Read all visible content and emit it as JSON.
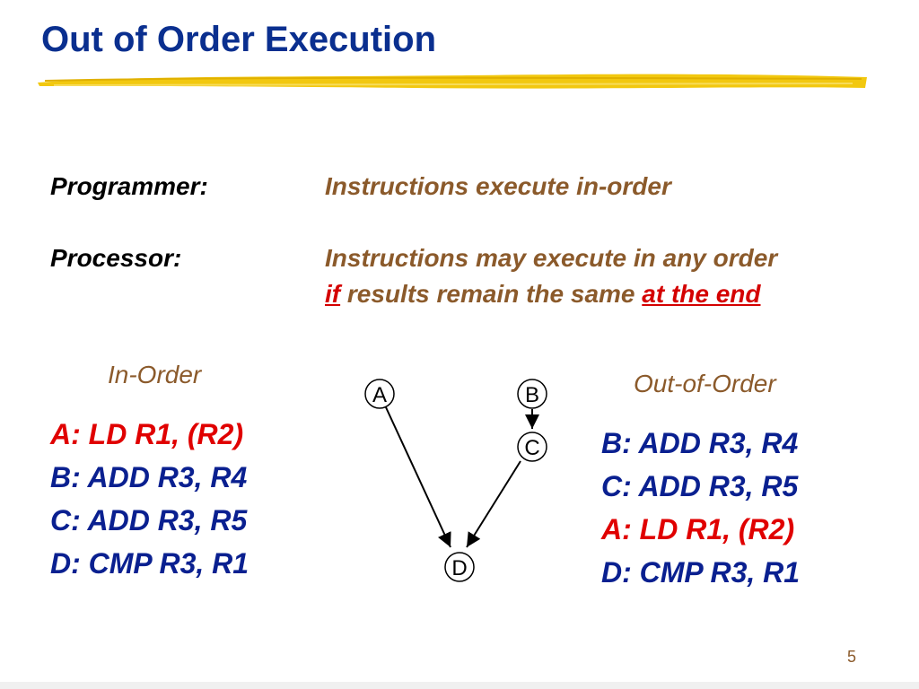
{
  "slide": {
    "title": "Out of Order Execution",
    "page_number": "5"
  },
  "rows": {
    "programmer_label": "Programmer:",
    "programmer_text": "Instructions execute in-order",
    "processor_label": "Processor:",
    "processor_line1": "Instructions may execute in any order",
    "processor_if": "if",
    "processor_mid": " results remain the same ",
    "processor_end": "at the end"
  },
  "in_order": {
    "header": "In-Order",
    "lines": [
      {
        "text": "A: LD R1, (R2)",
        "color": "#e00000"
      },
      {
        "text": "B: ADD R3, R4",
        "color": "#0a2090"
      },
      {
        "text": "C: ADD R3, R5",
        "color": "#0a2090"
      },
      {
        "text": "D: CMP R3, R1",
        "color": "#0a2090"
      }
    ]
  },
  "out_of_order": {
    "header": "Out-of-Order",
    "lines": [
      {
        "text": "B: ADD R3, R4",
        "color": "#0a2090"
      },
      {
        "text": "C: ADD R3, R5",
        "color": "#0a2090"
      },
      {
        "text": "A: LD R1, (R2)",
        "color": "#e00000"
      },
      {
        "text": "D: CMP R3, R1",
        "color": "#0a2090"
      }
    ]
  },
  "graph": {
    "nodes": {
      "a": "A",
      "b": "B",
      "c": "C",
      "d": "D"
    },
    "edges": [
      "A→D",
      "B→C",
      "C→D"
    ]
  },
  "colors": {
    "title": "#0a2f8f",
    "accent_underline": "#f2c80f",
    "brown_text": "#8b5a2b",
    "red_text": "#e00000",
    "blue_text": "#0a2090"
  }
}
